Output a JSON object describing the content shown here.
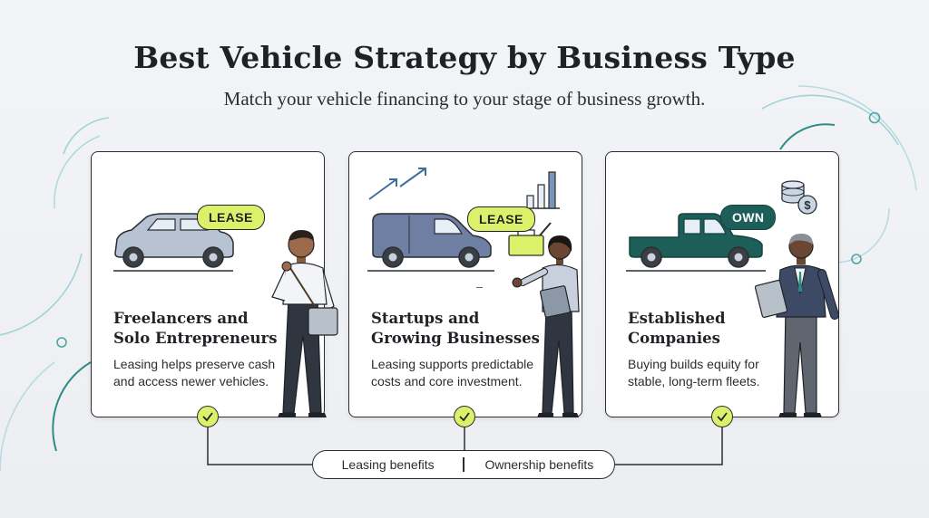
{
  "header": {
    "title": "Best Vehicle Strategy by Business Type",
    "subtitle": "Match your vehicle financing to your stage of business growth."
  },
  "cards": [
    {
      "title_line1": "Freelancers and",
      "title_line2": "Solo Entrepreneurs",
      "badge": "LEASE",
      "desc_line1": "Leasing helps preserve cash",
      "desc_line2": "and access newer vehicles."
    },
    {
      "title_line1": "Startups and",
      "title_line2": "Growing Businesses",
      "badge": "LEASE",
      "desc_line1": "Leasing supports predictable",
      "desc_line2": "costs and core investment."
    },
    {
      "title_line1": "Established",
      "title_line2": "Companies",
      "badge": "OWN",
      "desc_line1": "Buying builds equity for",
      "desc_line2": "stable, long-term fleets."
    }
  ],
  "legend": {
    "leasing": "Leasing benefits",
    "ownership": "Ownership benefits"
  },
  "colors": {
    "lease_badge": "#dcf169",
    "own_badge": "#1d5e58",
    "card_border": "#2a2d31",
    "accent_teal": "#2e8c86"
  },
  "icons": [
    "sedan-car-icon",
    "van-icon",
    "pickup-truck-icon",
    "growth-arrows-icon",
    "bar-chart-icon",
    "toolbox-icon",
    "coin-stack-icon",
    "dollar-coin-icon",
    "check-icon"
  ]
}
